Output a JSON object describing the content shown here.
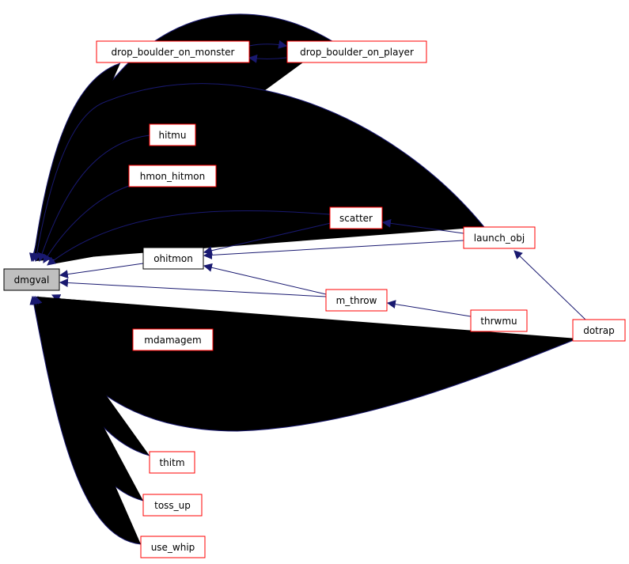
{
  "diagram": {
    "edge_color": "#191970",
    "node_border_default": "#ff0000",
    "node_border_plain": "#000000",
    "node_fill_root": "#bfbfbf",
    "node_fill_default": "#ffffff",
    "nodes": {
      "dmgval": "dmgval",
      "drop_boulder_on_monster": "drop_boulder_on_monster",
      "drop_boulder_on_player": "drop_boulder_on_player",
      "hitmu": "hitmu",
      "hmon_hitmon": "hmon_hitmon",
      "scatter": "scatter",
      "launch_obj": "launch_obj",
      "ohitmon": "ohitmon",
      "m_throw": "m_throw",
      "thrwmu": "thrwmu",
      "dotrap": "dotrap",
      "mdamagem": "mdamagem",
      "thitm": "thitm",
      "toss_up": "toss_up",
      "use_whip": "use_whip"
    }
  }
}
